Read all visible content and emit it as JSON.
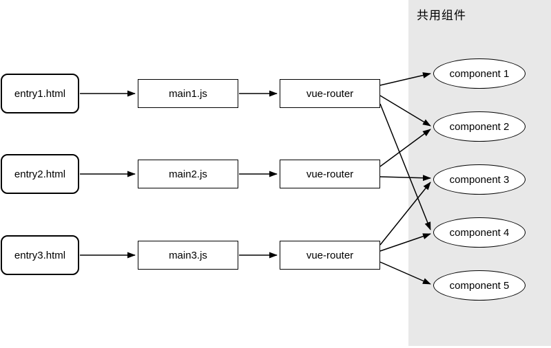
{
  "diagram": {
    "panel_title": "共用组件",
    "rows": [
      {
        "entry": "entry1.html",
        "main": "main1.js",
        "router": "vue-router"
      },
      {
        "entry": "entry2.html",
        "main": "main2.js",
        "router": "vue-router"
      },
      {
        "entry": "entry3.html",
        "main": "main3.js",
        "router": "vue-router"
      }
    ],
    "components": [
      "component 1",
      "component 2",
      "component 3",
      "component 4",
      "component 5"
    ],
    "connections": [
      "entry1.html -> main1.js",
      "main1.js -> vue-router (1)",
      "vue-router (1) -> component 1",
      "vue-router (1) -> component 2",
      "vue-router (1) -> component 4",
      "entry2.html -> main2.js",
      "main2.js -> vue-router (2)",
      "vue-router (2) -> component 2",
      "vue-router (2) -> component 3",
      "entry3.html -> main3.js",
      "main3.js -> vue-router (3)",
      "vue-router (3) -> component 3",
      "vue-router (3) -> component 4",
      "vue-router (3) -> component 5"
    ],
    "colors": {
      "panel_bg": "#e8e8e8",
      "node_bg": "#ffffff",
      "stroke": "#000000"
    }
  }
}
